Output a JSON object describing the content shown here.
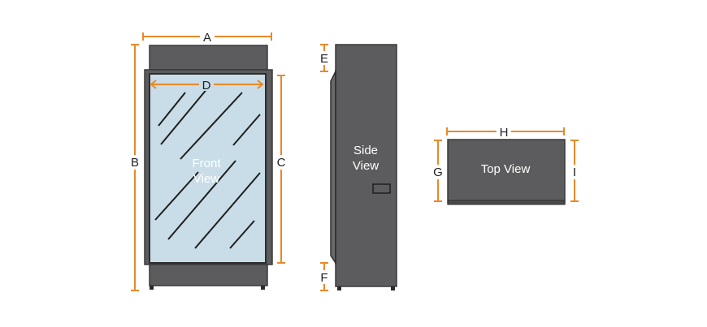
{
  "colors": {
    "cabinet": "#5c5c5e",
    "cabinet_edge": "#3a3a3c",
    "glass": "#c9dde8",
    "dimension": "#e8892a",
    "label": "#222222",
    "view_text": "#ffffff",
    "glass_lines": "#1e1e1e"
  },
  "views": {
    "front": {
      "line1": "Front",
      "line2": "View"
    },
    "side": {
      "line1": "Side",
      "line2": "View"
    },
    "top": {
      "label": "Top View"
    }
  },
  "dimensions": {
    "a": "A",
    "b": "B",
    "c": "C",
    "d": "D",
    "e": "E",
    "f": "F",
    "g": "G",
    "h": "H",
    "i": "I"
  }
}
